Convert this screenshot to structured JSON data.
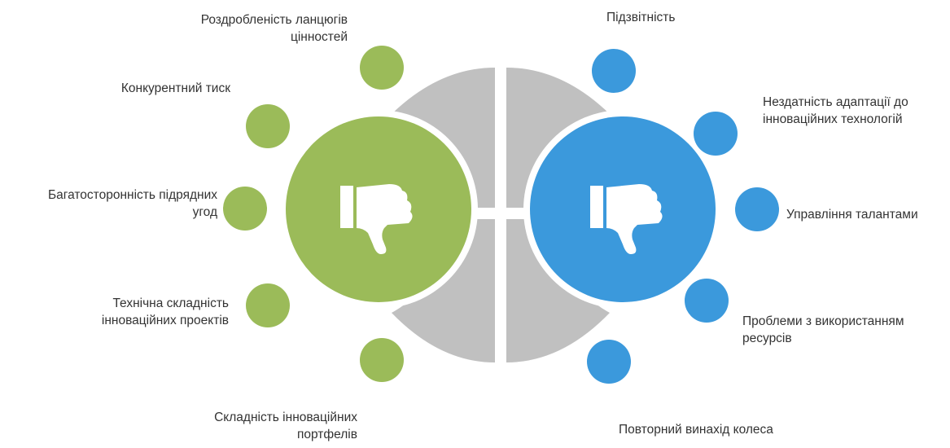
{
  "colors": {
    "left_accent": "#9bbb59",
    "right_accent": "#3b99dc",
    "segment_gray": "#c0c0c0",
    "text": "#333333",
    "icon": "#ffffff"
  },
  "left_hub": {
    "icon": "thumbs-down-icon"
  },
  "right_hub": {
    "icon": "thumbs-down-icon"
  },
  "left_items": [
    {
      "label": "Роздробленість ланцюгів\nцінностей"
    },
    {
      "label": "Конкурентний тиск"
    },
    {
      "label": "Багатосторонність підрядних\nугод"
    },
    {
      "label": "Технічна складність\nінноваційних проектів"
    },
    {
      "label": "Складність інноваційних\nпортфелів"
    }
  ],
  "right_items": [
    {
      "label": "Підзвітність"
    },
    {
      "label": "Нездатність адаптації до\nінноваційних технологій"
    },
    {
      "label": "Управління талантами"
    },
    {
      "label": "Проблеми з використанням\nресурсів"
    },
    {
      "label": "Повторний винахід колеса"
    }
  ]
}
